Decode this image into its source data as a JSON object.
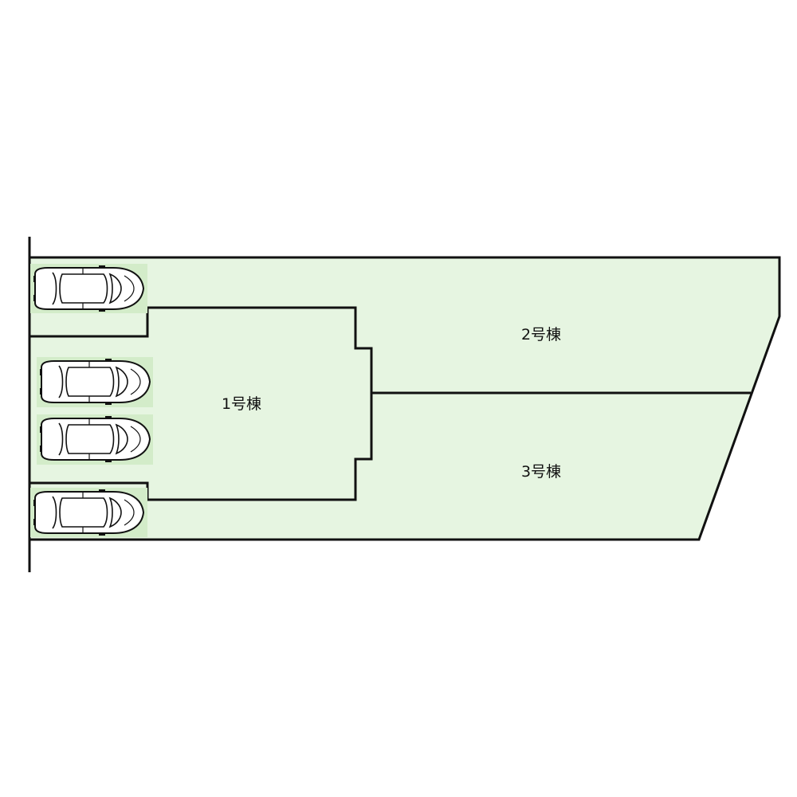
{
  "lots": [
    {
      "id": "lot-1",
      "label": "1号棟"
    },
    {
      "id": "lot-2",
      "label": "2号棟"
    },
    {
      "id": "lot-3",
      "label": "3号棟"
    }
  ],
  "colors": {
    "lot_fill": "#e6f5e1",
    "parking_fill": "#d3ecc9",
    "outline": "#111111",
    "car_body": "#ffffff"
  },
  "icons": {
    "car": "car-icon"
  }
}
